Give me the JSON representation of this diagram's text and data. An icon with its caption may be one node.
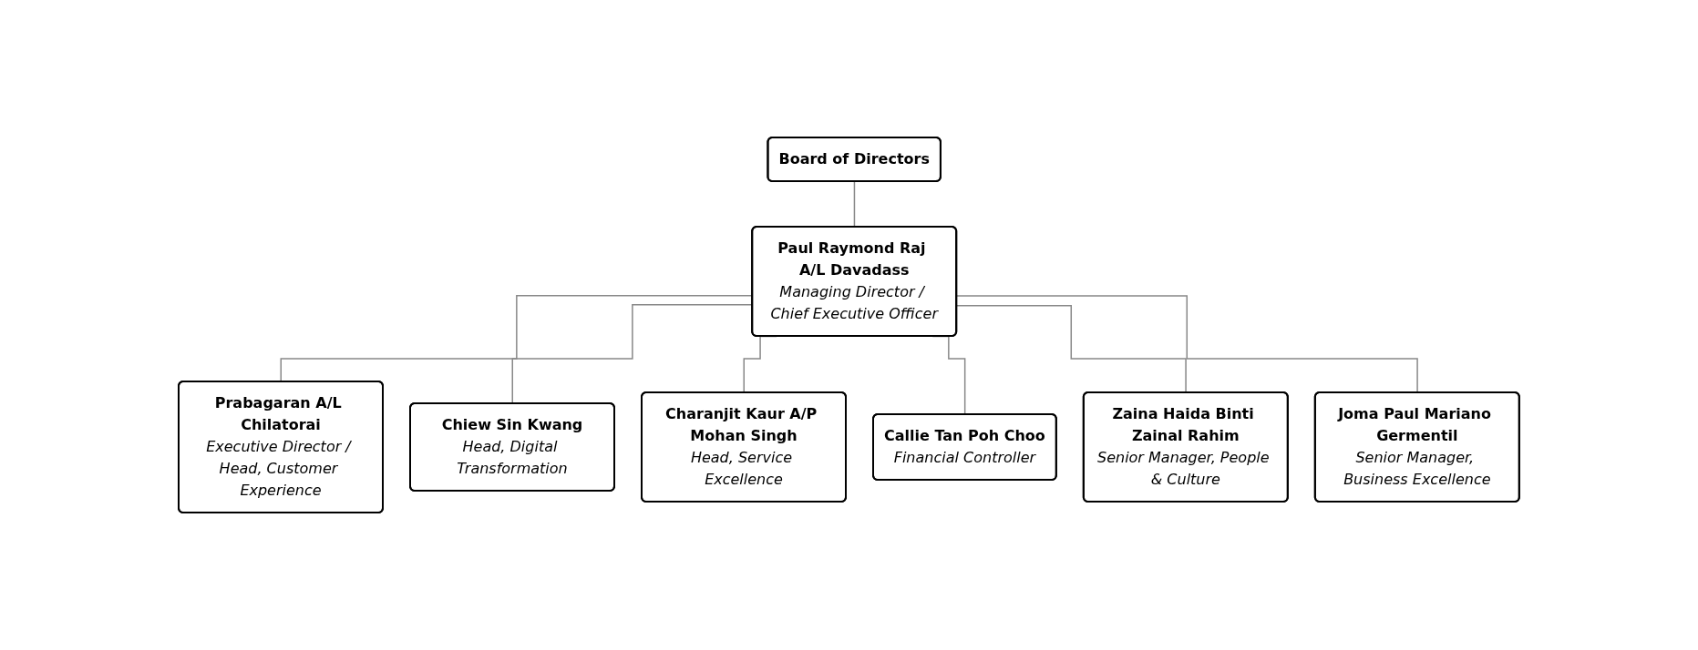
{
  "diagram": {
    "nodes": [
      {
        "text": [
          "Board of Directors"
        ]
      },
      {
        "text": [
          "Paul Raymond Raj A/L Davadass",
          "Managing Director / Chief Executive Officer"
        ]
      },
      {
        "text": [
          "Prabagaran A/L Chilatorai",
          "Executive Director / Head, Customer Experience"
        ]
      },
      {
        "text": [
          "Chiew Sin Kwang",
          "Head, Digital Transformation"
        ]
      },
      {
        "text": [
          "Charanjit Kaur A/P Mohan Singh",
          "Head, Service Excellence"
        ]
      },
      {
        "text": [
          "Callie Tan Poh Choo",
          "Financial Controller"
        ]
      },
      {
        "text": [
          "Zaina Haida Binti Zainal Rahim",
          "Senior Manager, People & Culture"
        ]
      },
      {
        "text": [
          "Joma Paul Mariano Germentil",
          "Senior Manager, Business Excellence"
        ]
      }
    ],
    "edges": [
      {
        "from": 0,
        "to": 1,
        "arrow": "none"
      },
      {
        "from": 1,
        "to": 2,
        "arrow": "none"
      },
      {
        "from": 1,
        "to": 3,
        "arrow": "none"
      },
      {
        "from": 1,
        "to": 4,
        "arrow": "none"
      },
      {
        "from": 1,
        "to": 5,
        "arrow": "none"
      },
      {
        "from": 1,
        "to": 6,
        "arrow": "none"
      },
      {
        "from": 1,
        "to": 7,
        "arrow": "none"
      }
    ]
  }
}
